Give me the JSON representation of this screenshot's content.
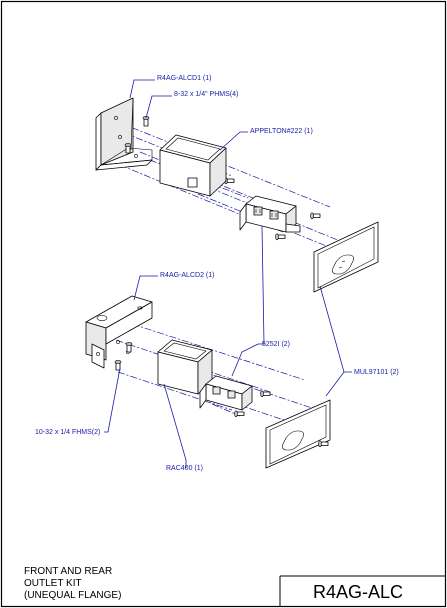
{
  "callouts": {
    "bracket_top": "R4AG-ALCD1 (1)",
    "screws_phms": "8-32 x 1/4\" PHMS(4)",
    "box_appleton": "APPELTON#222 (1)",
    "bracket_bottom": "R4AG-ALCD2 (1)",
    "receptacle": "5252I (2)",
    "plate": "MUL97101 (2)",
    "screws_fhms": "10-32 x 1/4 FHMS(2)",
    "box_rac": "RAC400 (1)"
  },
  "title_block": {
    "description_line1": "FRONT AND REAR",
    "description_line2": "OUTLET KIT",
    "description_line3": "(UNEQUAL FLANGE)",
    "part_number": "R4AG-ALC"
  },
  "colors": {
    "callout_text": "#1a1aa6",
    "linework": "#000000"
  }
}
